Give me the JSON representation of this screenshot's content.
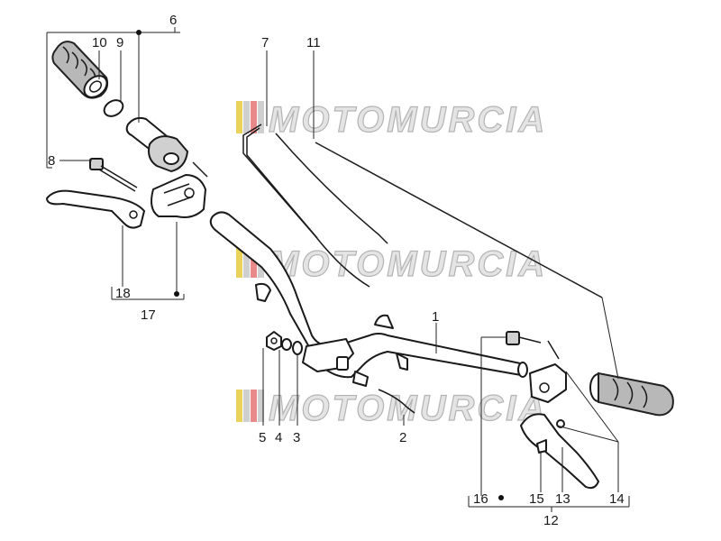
{
  "watermark": {
    "text": "MOTOMURCIA",
    "stripe_colors": [
      "#e9d35a",
      "#cfcfcf",
      "#e98a8a",
      "#cfcfcf"
    ]
  },
  "callouts": {
    "c1": "1",
    "c2": "2",
    "c3": "3",
    "c4": "4",
    "c5": "5",
    "c6": "6",
    "c7": "7",
    "c8": "8",
    "c9": "9",
    "c10": "10",
    "c11": "11",
    "c12": "12",
    "c13": "13",
    "c14": "14",
    "c15": "15",
    "c16": "16",
    "c17": "17",
    "c18": "18"
  }
}
